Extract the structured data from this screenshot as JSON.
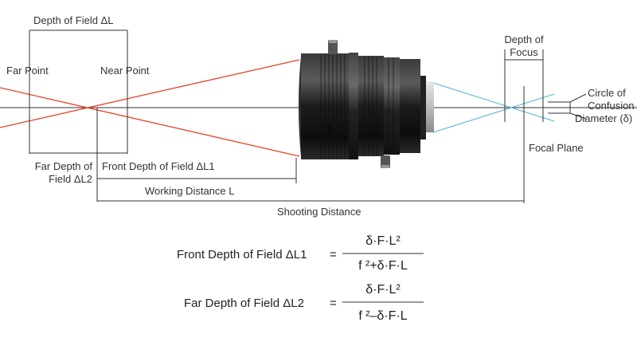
{
  "labels": {
    "depth_of_field": "Depth of Field ΔL",
    "far_point": "Far Point",
    "near_point": "Near Point",
    "depth_of_focus_line1": "Depth of",
    "depth_of_focus_line2": "Focus",
    "circle_line1": "Circle of",
    "circle_line2": "Confusion",
    "circle_line3": "Diameter (δ)",
    "focal_plane": "Focal Plane",
    "far_dof_line1": "Far Depth of",
    "far_dof_line2": "Field ΔL2",
    "front_dof": "Front Depth of Field ΔL1",
    "working_distance": "Working Distance L",
    "shooting_distance": "Shooting Distance"
  },
  "formulas": {
    "front": {
      "label": "Front Depth of Field ΔL1",
      "equals": "=",
      "numerator": "δ·F·L²",
      "denominator": "f ²+δ·F·L"
    },
    "far": {
      "label": "Far Depth of Field ΔL2",
      "equals": "=",
      "numerator": "δ·F·L²",
      "denominator": "f ²–δ·F·L"
    }
  },
  "colors": {
    "object_rays": "#e4452a",
    "image_rays": "#4fb3d6",
    "lines": "#333333",
    "lens_body": "#1b1b1b"
  }
}
